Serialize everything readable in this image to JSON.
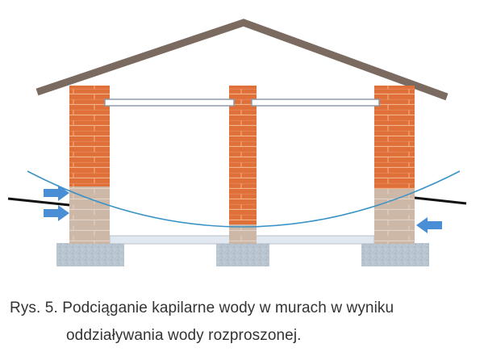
{
  "caption": {
    "line1": "Rys. 5. Podciąganie kapilarne wody w murach w wyniku",
    "line2": "oddziaływania wody rozproszonej."
  },
  "colors": {
    "brick": "#e0703a",
    "mortar": "#f3b48a",
    "wet_wall": "#cdb7a6",
    "foundation": "#b9c5d1",
    "slab": "#e1e8ef",
    "roof": "#7a6a60",
    "water_line": "#3a93c6",
    "arrow": "#4a8fd6",
    "ground_line": "#111111"
  },
  "icons": {
    "moisture_arrow": "right-pointing arrow",
    "moisture_arrow_left": "left-pointing arrow"
  }
}
